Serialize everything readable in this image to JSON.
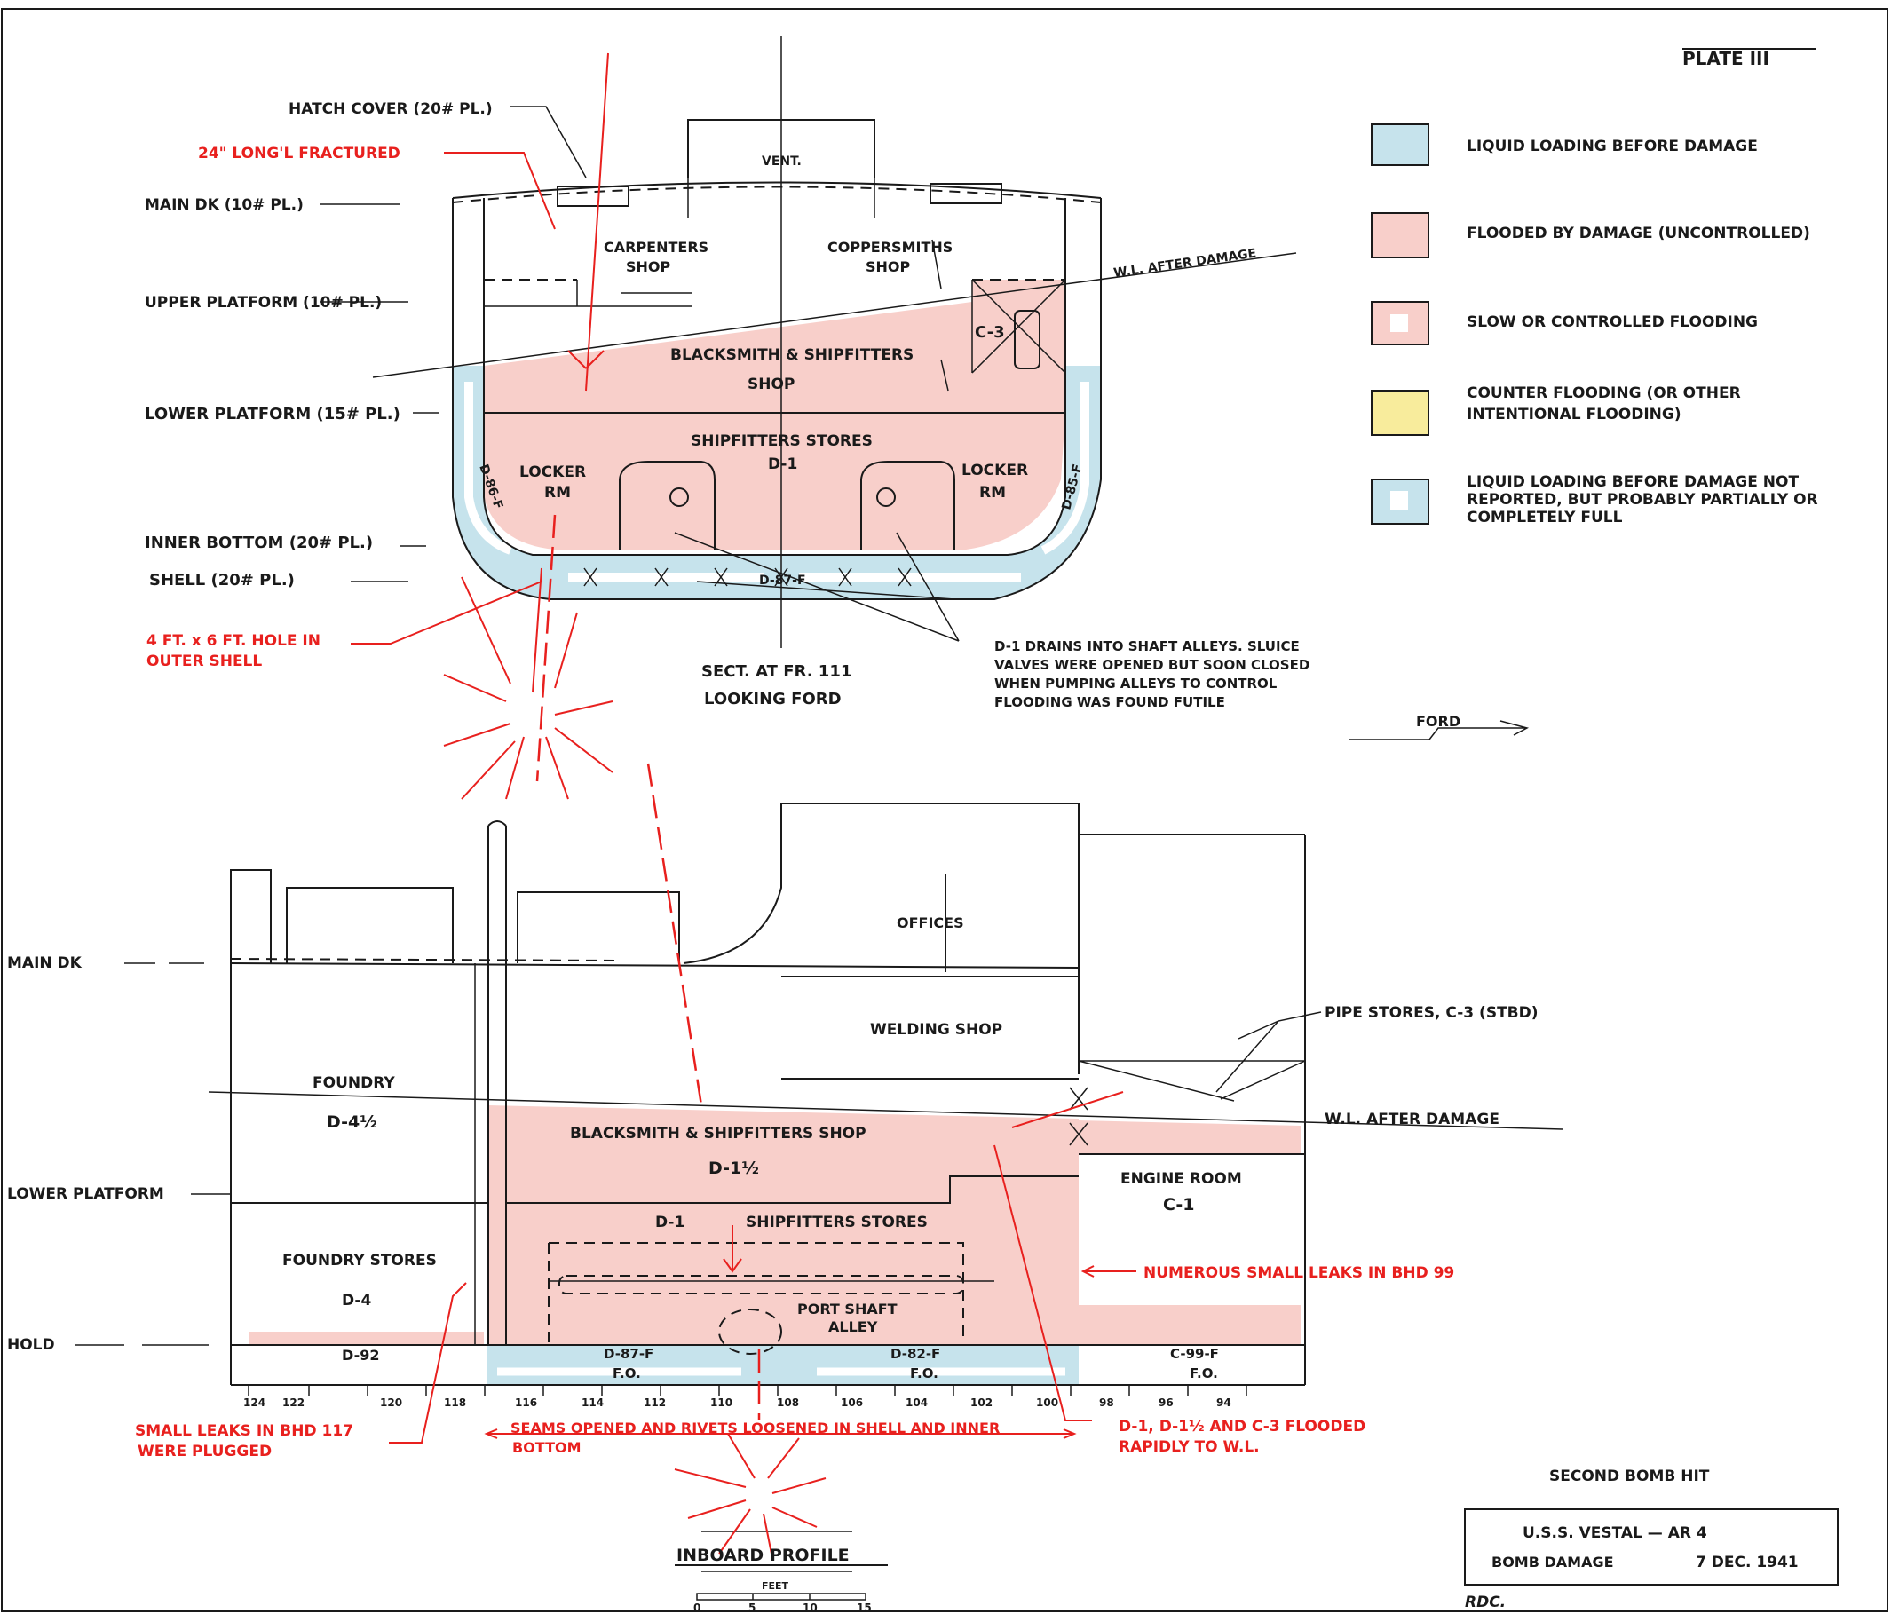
{
  "colors": {
    "liquid": "#c6e3ec",
    "flooded": "#f8cfca",
    "counter": "#f8ec9c",
    "line": "#1a1a1a",
    "red": "#e8201e"
  },
  "plate": "PLATE  III",
  "legend": [
    {
      "key": "liquid",
      "lines": [
        "LIQUID  LOADING  BEFORE  DAMAGE"
      ]
    },
    {
      "key": "flooded",
      "lines": [
        "FLOODED  BY  DAMAGE  (UNCONTROLLED)"
      ]
    },
    {
      "key": "slow",
      "lines": [
        "SLOW  OR  CONTROLLED  FLOODING"
      ]
    },
    {
      "key": "counter",
      "lines": [
        "COUNTER  FLOODING  (OR  OTHER",
        "INTENTIONAL  FLOODING)"
      ]
    },
    {
      "key": "unreported",
      "lines": [
        "LIQUID  LOADING  BEFORE  DAMAGE  NOT",
        "REPORTED,  BUT  PROBABLY  PARTIALLY  OR",
        "COMPLETELY  FULL"
      ]
    }
  ],
  "section": {
    "labels": {
      "hatch": "HATCH  COVER  (20# PL.)",
      "main_dk": "MAIN  DK  (10# PL.)",
      "upper_platform": "UPPER  PLATFORM  (10# PL.)",
      "lower_platform": "LOWER  PLATFORM  (15# PL.)",
      "inner_bottom": "INNER  BOTTOM  (20# PL.)",
      "shell": "SHELL  (20# PL.)",
      "vent": "VENT.",
      "carpenters": [
        "CARPENTERS",
        "SHOP"
      ],
      "coppersmiths": [
        "COPPERSMITHS",
        "SHOP"
      ],
      "blacksmith": [
        "BLACKSMITH  &  SHIPFITTERS",
        "SHOP"
      ],
      "stores": [
        "SHIPFITTERS  STORES",
        "D-1"
      ],
      "locker_l": [
        "LOCKER",
        "RM"
      ],
      "locker_r": [
        "LOCKER",
        "RM"
      ],
      "c3": "C-3",
      "d86": "D-86-F",
      "d85": "D-85-F",
      "d87": "D-87-F",
      "wl": "W.L. AFTER DAMAGE",
      "title": [
        "SECT. AT FR. 111",
        "LOOKING FORD"
      ],
      "drains": [
        "D-1  DRAINS  INTO  SHAFT  ALLEYS.  SLUICE",
        "VALVES  WERE  OPENED  BUT  SOON  CLOSED",
        "WHEN  PUMPING  ALLEYS  TO  CONTROL",
        "FLOODING  WAS  FOUND  FUTILE"
      ],
      "ford": "FORD"
    },
    "red": {
      "fractured": "24\"  LONG'L  FRACTURED",
      "hole": [
        "4  FT.  x  6  FT.  HOLE  IN",
        "OUTER  SHELL"
      ]
    }
  },
  "profile": {
    "labels": {
      "main_dk": "MAIN  DK",
      "lower_platform": "LOWER  PLATFORM",
      "hold": "HOLD",
      "offices": "OFFICES",
      "welding": "WELDING  SHOP",
      "foundry": [
        "FOUNDRY",
        "D-4½"
      ],
      "foundry_stores": [
        "FOUNDRY  STORES",
        "D-4"
      ],
      "blacksmith": [
        "BLACKSMITH  &  SHIPFITTERS  SHOP",
        "D-1½"
      ],
      "stores": "SHIPFITTERS  STORES",
      "d1": "D-1",
      "port_shaft": [
        "PORT  SHAFT",
        "ALLEY"
      ],
      "engine": [
        "ENGINE  ROOM",
        "C-1"
      ],
      "pipe": "PIPE  STORES,  C-3  (STBD)",
      "wl": "W.L.  AFTER  DAMAGE",
      "d92": "D-92",
      "d87": [
        "D-87-F",
        "F.O."
      ],
      "d82": [
        "D-82-F",
        "F.O."
      ],
      "c99": [
        "C-99-F",
        "F.O."
      ],
      "frames": [
        "124",
        "122",
        "120",
        "118",
        "116",
        "114",
        "112",
        "110",
        "108",
        "106",
        "104",
        "102",
        "100",
        "98",
        "96",
        "94"
      ],
      "title": "INBOARD  PROFILE",
      "scale_label": "FEET",
      "scale": [
        "0",
        "5",
        "10",
        "15"
      ]
    },
    "red": {
      "leaks99": "NUMEROUS  SMALL  LEAKS  IN  BHD  99",
      "leaks117": [
        "SMALL  LEAKS  IN  BHD  117",
        "WERE  PLUGGED"
      ],
      "seams": [
        "SEAMS  OPENED  AND  RIVETS  LOOSENED  IN  SHELL  AND  INNER",
        "BOTTOM"
      ],
      "flooded": [
        "D-1,  D-1½  AND  C-3  FLOODED",
        "RAPIDLY  TO  W.L."
      ]
    }
  },
  "footer": {
    "second_hit": "SECOND  BOMB  HIT",
    "ship": "U.S.S.  VESTAL — AR 4",
    "damage": "BOMB  DAMAGE",
    "date": "7  DEC.  1941",
    "initials": "RDC."
  }
}
